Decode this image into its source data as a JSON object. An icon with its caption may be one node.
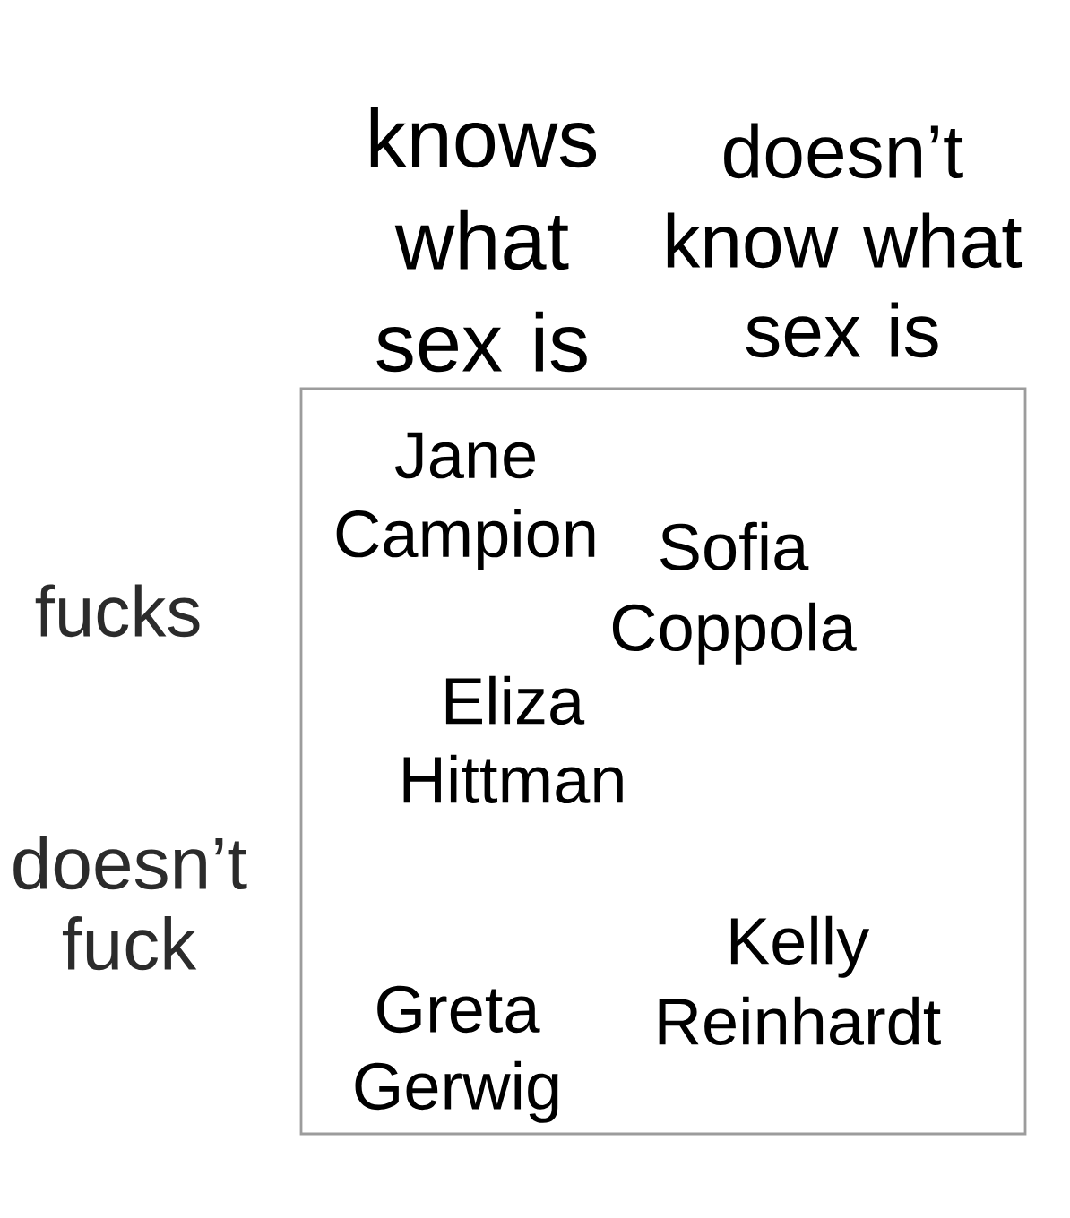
{
  "diagram": {
    "nodes": [
      {
        "text": [
          "Jane Campion",
          "Sofia Coppola",
          "Eliza Hittman",
          "Kelly Reinhardt",
          "Greta Gerwig"
        ]
      }
    ],
    "labels": [
      "knows what sex is",
      "doesn’t know what sex is",
      "fucks",
      "doesn’t fuck"
    ]
  }
}
